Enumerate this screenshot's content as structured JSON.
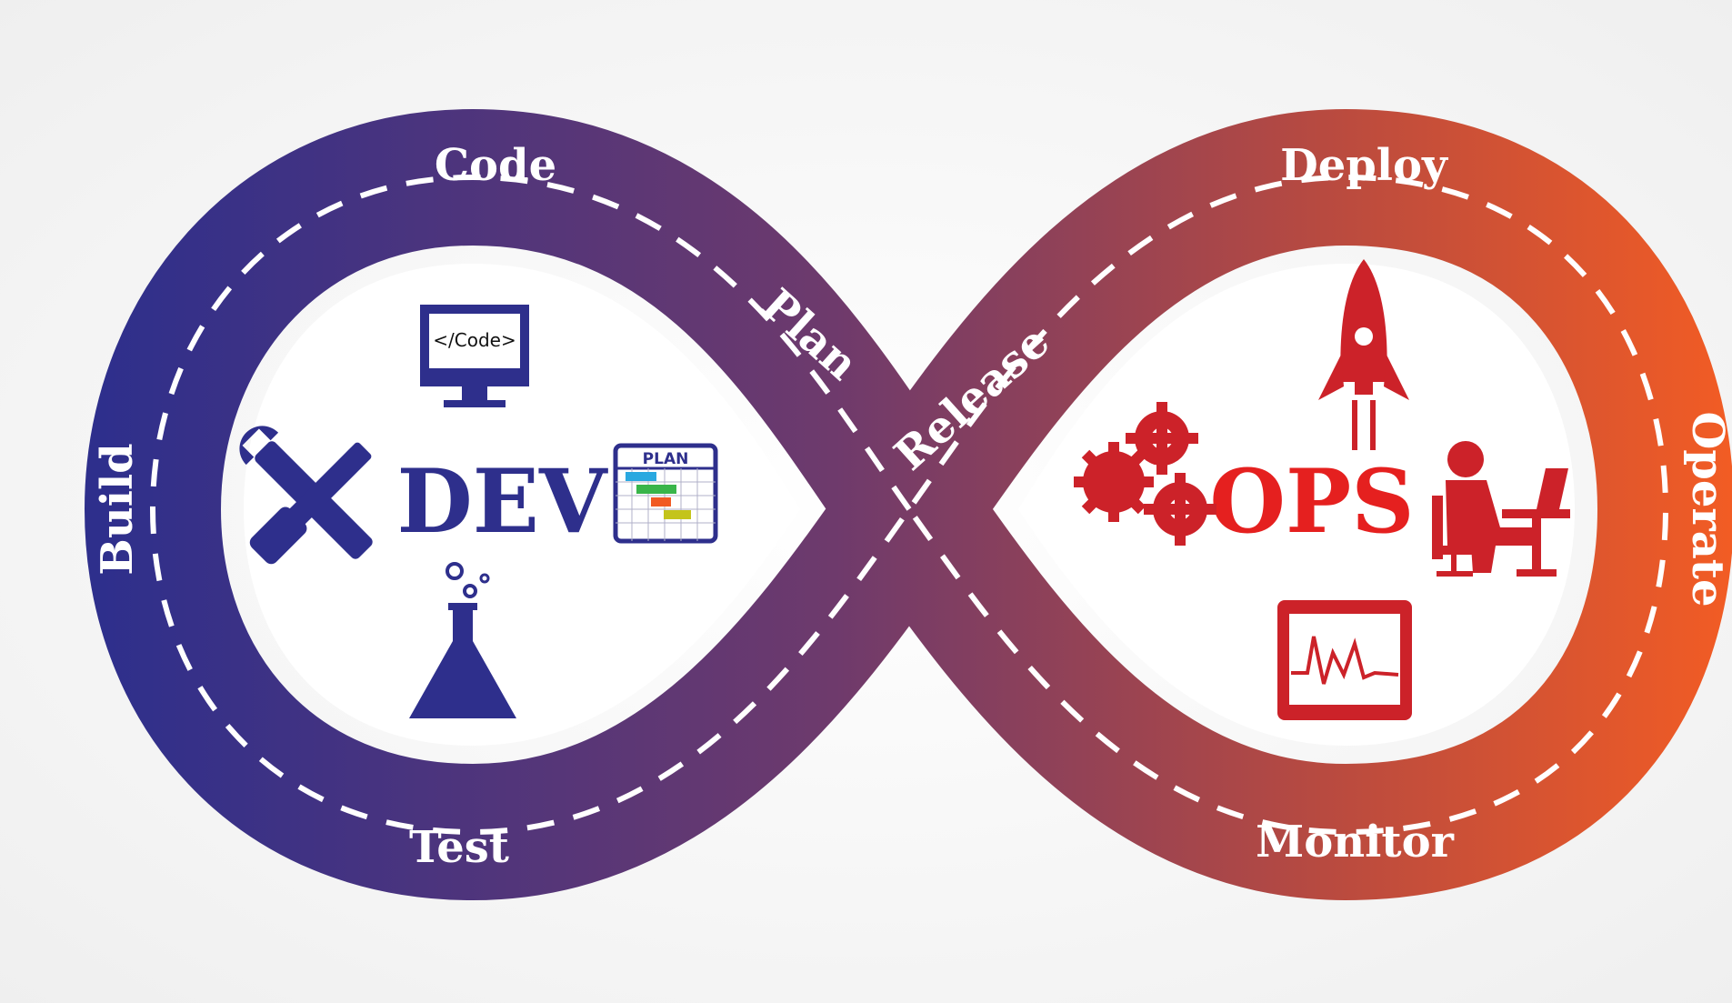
{
  "diagram": {
    "center_labels": {
      "dev": "DEV",
      "ops": "OPS"
    },
    "stages": {
      "code": "Code",
      "build": "Build",
      "test": "Test",
      "plan": "Plan",
      "release": "Release",
      "deploy": "Deploy",
      "operate": "Operate",
      "monitor": "Monitor"
    },
    "icon_text": {
      "code_screen": "</Code>",
      "plan_chart": "PLAN"
    },
    "icons": [
      "code-monitor-icon",
      "tools-icon",
      "plan-chart-icon",
      "flask-icon",
      "gears-icon",
      "rocket-icon",
      "operator-desk-icon",
      "monitor-chart-icon"
    ],
    "colors": {
      "dev": "#2e2f8c",
      "ops": "#e5201f",
      "loop_left": "#2e2f8c",
      "loop_right": "#f05a24",
      "background": "#ffffff"
    }
  }
}
